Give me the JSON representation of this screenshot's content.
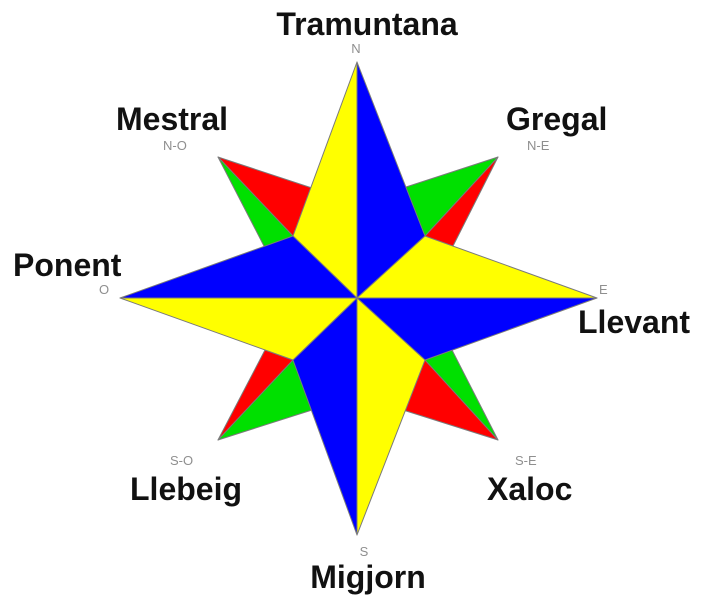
{
  "colors": {
    "yellow": "#ffff00",
    "blue": "#0000ff",
    "red": "#ff0000",
    "green": "#00e000",
    "outline": "#7a7a7a"
  },
  "winds": {
    "north": {
      "name": "Tramuntana",
      "abbr": "N"
    },
    "northeast": {
      "name": "Gregal",
      "abbr": "N-E"
    },
    "east": {
      "name": "Llevant",
      "abbr": "E"
    },
    "southeast": {
      "name": "Xaloc",
      "abbr": "S-E"
    },
    "south": {
      "name": "Migjorn",
      "abbr": "S"
    },
    "southwest": {
      "name": "Llebeig",
      "abbr": "S-O"
    },
    "west": {
      "name": "Ponent",
      "abbr": "O"
    },
    "northwest": {
      "name": "Mestral",
      "abbr": "N-O"
    }
  }
}
